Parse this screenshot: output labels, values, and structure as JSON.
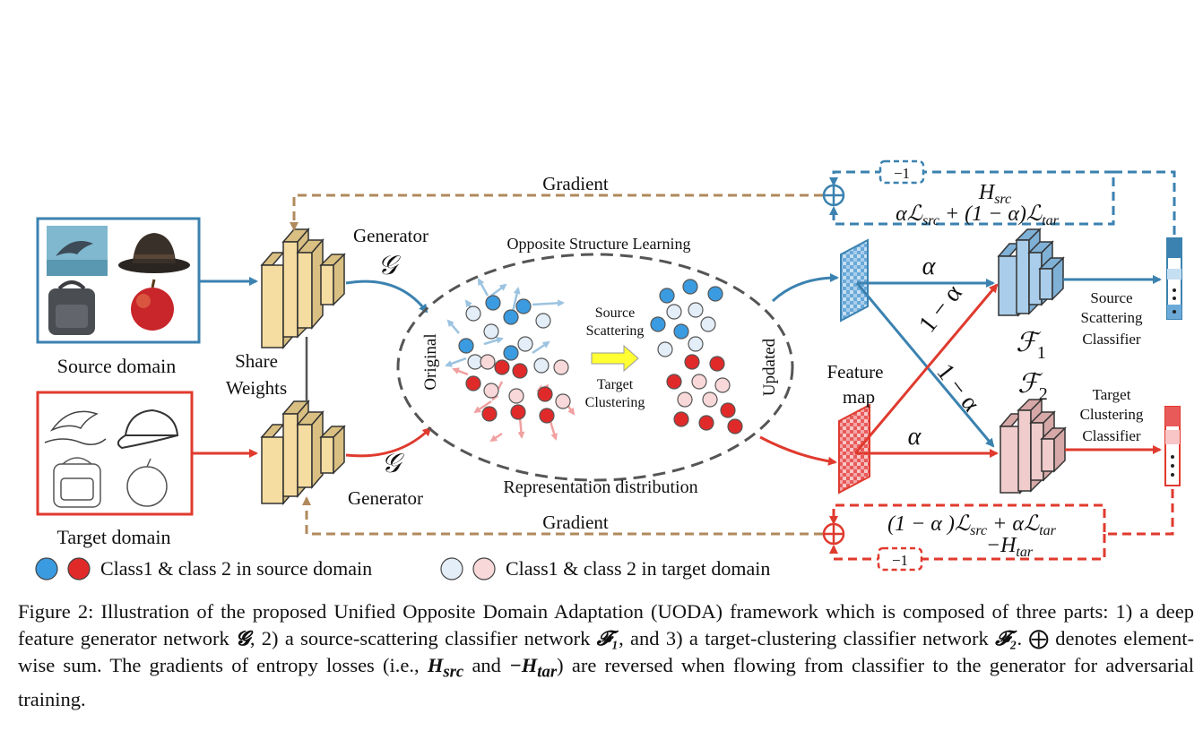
{
  "labels": {
    "source_domain": "Source domain",
    "target_domain": "Target domain",
    "share_weights_1": "Share",
    "share_weights_2": "Weights",
    "generator": "Generator",
    "generator_symbol": "𝒢",
    "gradient": "Gradient",
    "opposite_structure_learning": "Opposite Structure Learning",
    "representation_distribution": "Representation distribution",
    "original": "Original",
    "updated": "Updated",
    "source_scattering_1": "Source",
    "source_scattering_2": "Scattering",
    "target_clustering_1": "Target",
    "target_clustering_2": "Clustering",
    "feature_map_1": "Feature",
    "feature_map_2": "map",
    "alpha": "α",
    "one_minus_alpha": "1 − α",
    "f1": "ℱ",
    "f1_sub": "1",
    "f2": "ℱ",
    "f2_sub": "2",
    "source_classifier_1": "Source",
    "source_classifier_2": "Scattering",
    "source_classifier_3": "Classifier",
    "target_classifier_1": "Target",
    "target_classifier_2": "Clustering",
    "target_classifier_3": "Classifier",
    "minus_one": "−1",
    "h_src": "H",
    "h_src_sub": "src",
    "loss_src_1": "αℒ",
    "loss_src_sub1": "src",
    "loss_src_2": " + (1 − α)ℒ",
    "loss_src_sub2": "tar",
    "loss_tar_1": "(1 − α )ℒ",
    "loss_tar_sub1": "src",
    "loss_tar_2": " + αℒ",
    "loss_tar_sub2": "tar",
    "h_tar": "−H",
    "h_tar_sub": "tar"
  },
  "legend": {
    "source": "Class1 & class 2 in source domain",
    "target": "Class1 & class 2 in target domain"
  },
  "caption": {
    "p1": "Figure 2: Illustration of the proposed Unified Opposite Domain Adaptation (UODA) framework which is composed of three parts: 1) a deep feature generator network ",
    "g": "𝓖",
    "p2": ", 2) a source-scattering classifier network ",
    "f1": "𝓕₁",
    "p3": ", and 3) a target-clustering classifier network ",
    "f2": "𝓕₂",
    "p4": ". ⨁ denotes element-wise sum. The gradients of entropy losses (i.e., ",
    "hsrc": "H",
    "hsrc_sub": "src",
    "p5": " and ",
    "htar": "−H",
    "htar_sub": "tar",
    "p6": ") are reversed when flowing from classifier to the generator for adversarial training."
  },
  "colors": {
    "blue": "#3b82b0",
    "red": "#e03a2e",
    "tan": "#b08a5c",
    "gen_front": "#f5dca0",
    "gen_side": "#d9bf82",
    "source_dot": "#3a9be0",
    "target_dot": "#e02a2a",
    "source_light": "#e3eef8",
    "target_light": "#f8d8d8"
  },
  "icons": [
    "dolphin-photo",
    "hat-photo",
    "backpack-photo",
    "apple-photo",
    "dolphin-sketch",
    "cap-sketch",
    "backpack-sketch",
    "apple-sketch",
    "sum-icon",
    "arrow-icon"
  ]
}
